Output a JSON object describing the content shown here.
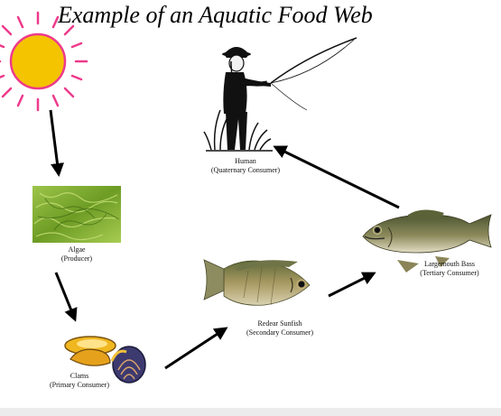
{
  "title": "Example of an Aquatic Food Web",
  "nodes": {
    "sun": {
      "icon": "sun-icon"
    },
    "algae": {
      "name": "Algae",
      "role": "(Producer)",
      "icon": "algae-photo"
    },
    "clams": {
      "name": "Clams",
      "role": "(Primary Consumer)",
      "icon": "clams-photo"
    },
    "sunfish": {
      "name": "Redear Sunfish",
      "role": "(Secondary Consumer)",
      "icon": "sunfish-photo"
    },
    "bass": {
      "name": "Largemouth Bass",
      "role": "(Tertiary Consumer)",
      "icon": "bass-photo"
    },
    "human": {
      "name": "Human",
      "role": "(Quaternary Consumer)",
      "icon": "fisherman-silhouette"
    }
  },
  "colors": {
    "sun_fill": "#f5c400",
    "sun_rays": "#ee3a8c",
    "algae": "#7fae2e",
    "fish": "#9a8a55",
    "arrow": "#000000"
  }
}
